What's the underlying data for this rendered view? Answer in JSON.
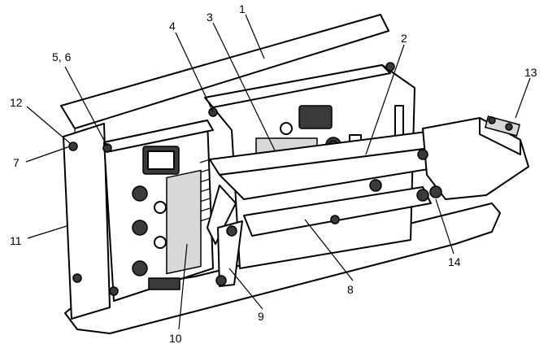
{
  "figure": {
    "callouts": [
      {
        "id": "c1",
        "label": "1"
      },
      {
        "id": "c2",
        "label": "2"
      },
      {
        "id": "c3",
        "label": "3"
      },
      {
        "id": "c4",
        "label": "4"
      },
      {
        "id": "c5",
        "label": "5, 6"
      },
      {
        "id": "c7",
        "label": "7"
      },
      {
        "id": "c8",
        "label": "8"
      },
      {
        "id": "c9",
        "label": "9"
      },
      {
        "id": "c10",
        "label": "10"
      },
      {
        "id": "c11",
        "label": "11"
      },
      {
        "id": "c12",
        "label": "12"
      },
      {
        "id": "c13",
        "label": "13"
      },
      {
        "id": "c14",
        "label": "14"
      }
    ]
  }
}
